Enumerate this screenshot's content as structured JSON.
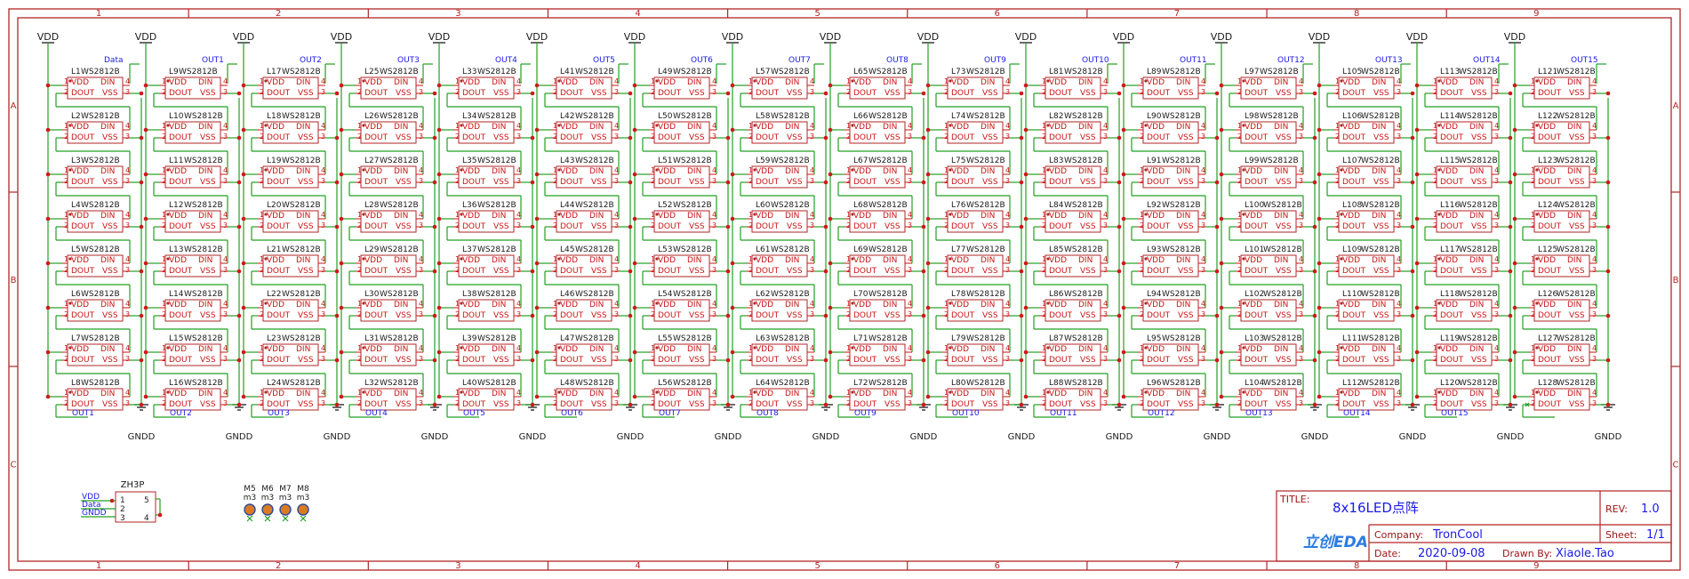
{
  "border": {
    "columns": [
      "1",
      "2",
      "3",
      "4",
      "5",
      "6",
      "7",
      "8",
      "9"
    ],
    "rows": [
      "A",
      "B",
      "C"
    ]
  },
  "net_labels": {
    "supply": "VDD",
    "ground": "GNDD"
  },
  "led": {
    "part": "WS2812B",
    "pins": {
      "vdd": "VDD",
      "din": "DIN",
      "dout": "DOUT",
      "vss": "VSS"
    },
    "pin_numbers": {
      "p1": "1",
      "p2": "2",
      "p3": "3",
      "p4": "4"
    }
  },
  "column_inputs": [
    "Data",
    "OUT1",
    "OUT2",
    "OUT3",
    "OUT4",
    "OUT5",
    "OUT6",
    "OUT7",
    "OUT8",
    "OUT9",
    "OUT10",
    "OUT11",
    "OUT12",
    "OUT13",
    "OUT14",
    "OUT15"
  ],
  "column_outputs": [
    "OUT1",
    "OUT2",
    "OUT3",
    "OUT4",
    "OUT5",
    "OUT6",
    "OUT7",
    "OUT8",
    "OUT9",
    "OUT10",
    "OUT11",
    "OUT12",
    "OUT13",
    "OUT14",
    "OUT15",
    ""
  ],
  "connector": {
    "name": "ZH3P",
    "nets": [
      "VDD",
      "Data",
      "GNDD"
    ],
    "pin_numbers": [
      "1",
      "2",
      "3",
      "5",
      "4"
    ]
  },
  "mounting_holes": [
    {
      "ref": "M5",
      "value": "m3"
    },
    {
      "ref": "M6",
      "value": "m3"
    },
    {
      "ref": "M7",
      "value": "m3"
    },
    {
      "ref": "M8",
      "value": "m3"
    }
  ],
  "title_block": {
    "title_label": "TITLE:",
    "title": "8x16LED点阵",
    "rev_label": "REV:",
    "rev": "1.0",
    "company_label": "Company:",
    "company": "TronCool",
    "sheet_label": "Sheet:",
    "sheet": "1/1",
    "date_label": "Date:",
    "date": "2020-09-08",
    "drawn_label": "Drawn By:",
    "drawn_by": "Xiaole.Tao",
    "logo": "立创EDA"
  },
  "colors": {
    "frame": "#b22525",
    "wire": "#22a022",
    "junction": "#cc1a1a",
    "pin_text": "#c81616",
    "part_text": "#1a1ae6",
    "text": "#1a1a1a"
  }
}
